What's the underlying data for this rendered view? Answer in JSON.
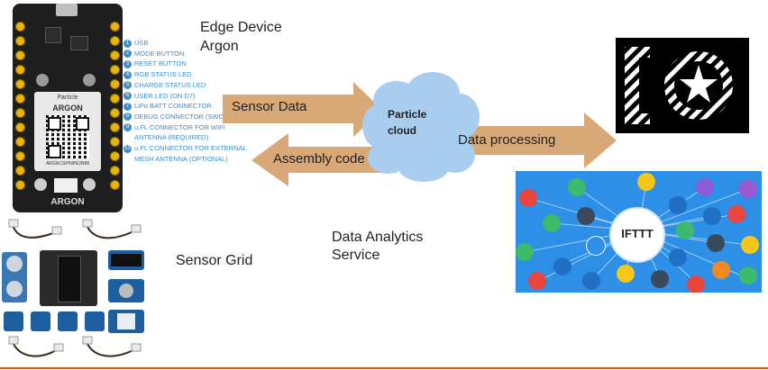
{
  "edge_device": {
    "line1": "Edge Device",
    "line2": "Argon"
  },
  "board": {
    "brand": "Particle",
    "model": "ARGON",
    "bottom_label": "ARGON",
    "serial": "ARGNCSP/NPE2B88"
  },
  "legend": [
    {
      "num": "1",
      "label": "USB"
    },
    {
      "num": "2",
      "label": "MODE BUTTON"
    },
    {
      "num": "3",
      "label": "RESET BUTTON"
    },
    {
      "num": "4",
      "label": "RGB STATUS LED"
    },
    {
      "num": "5",
      "label": "CHARGE STATUS LED"
    },
    {
      "num": "6",
      "label": "USER LED (ON D7)"
    },
    {
      "num": "7",
      "label": "LiPo BATT CONNECTOR"
    },
    {
      "num": "8",
      "label": "DEBUG CONNECTOR (SWD)"
    },
    {
      "num": "9",
      "label": "u.FL CONNECTOR FOR WIFI"
    },
    {
      "num": "",
      "label": "ANTENNA (REQUIRED)"
    },
    {
      "num": "10",
      "label": "u.FL CONNECTOR FOR EXTERNAL"
    },
    {
      "num": "",
      "label": "MESH ANTENNA (OPTIONAL)"
    }
  ],
  "arrows": {
    "sensor_data": "Sensor Data",
    "assembly_code": "Assembly code",
    "data_processing": "Data processing"
  },
  "cloud": {
    "line1": "Particle",
    "line2": "cloud"
  },
  "sensor_grid": {
    "label": "Sensor Grid"
  },
  "analytics": {
    "line1": "Data Analytics",
    "line2": "Service"
  },
  "ifttt": {
    "label": "IFTTT"
  },
  "colors": {
    "arrow_fill": "#d9a877",
    "cloud_fill": "#a9cdef",
    "ifttt_bg": "#2d8fe6",
    "board_bg": "#1e1e1e",
    "pin_gold": "#e9b400",
    "legend_blue": "#3a8fd0",
    "divider": "#c55a11"
  },
  "icons": [
    "adafruit-io-logo",
    "ifttt-app-icons",
    "grove-sensor-modules"
  ]
}
